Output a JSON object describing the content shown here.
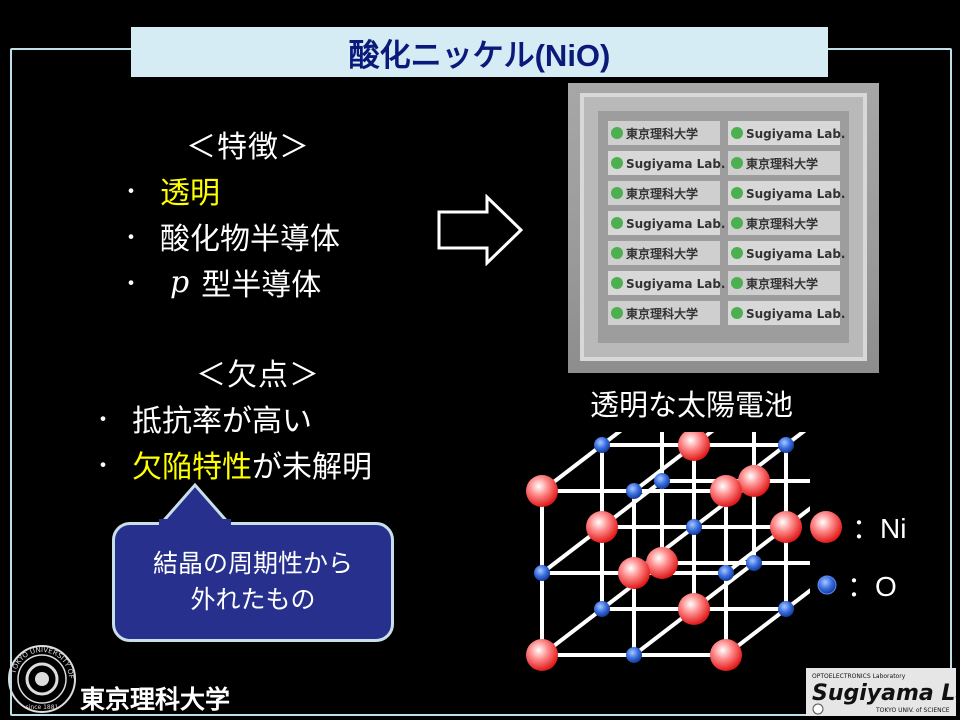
{
  "slide": {
    "title": "酸化ニッケル(NiO)",
    "features": {
      "heading": "＜特徴＞",
      "items": [
        {
          "bullet": "・",
          "text": "透明"
        },
        {
          "bullet": "・",
          "text": "酸化物半導体"
        },
        {
          "bullet": "・",
          "italic": "p",
          "text": "型半導体"
        }
      ]
    },
    "defects": {
      "heading": "＜欠点＞",
      "items": [
        {
          "bullet": "・",
          "text": "抵抗率が高い"
        },
        {
          "bullet": "・",
          "highlight": "欠陥特性",
          "text": "が未解明"
        }
      ]
    },
    "callout": {
      "line1": "結晶の周期性から",
      "line2": "外れたもの"
    },
    "photo_caption": "透明な太陽電池",
    "legend": {
      "ni": "：Ni",
      "o": "：O"
    },
    "university": "東京理科大学",
    "lab_logo": {
      "top": "OPTOELECTRONICS Laboratory",
      "name": "Sugiyama Lab.",
      "sub": "TOKYO UNIV. of SCIENCE"
    },
    "photo_labels": {
      "univ": "東京理科大学",
      "lab": "Sugiyama Lab."
    },
    "seal": {
      "ring": "TOKYO UNIVERSITY OF SCIENCE",
      "since": "since 1881"
    }
  },
  "colors": {
    "title_bg": "#d6ecf5",
    "title_text": "#0b1a7a",
    "highlight": "#ffff00",
    "callout_bg": "#27318d",
    "frame": "#bfe0e8",
    "ni_atom": "#ff4a4a",
    "o_atom": "#2f5fd6"
  },
  "icons": [
    "right-arrow-icon",
    "ni-atom-icon",
    "o-atom-icon",
    "university-seal-icon"
  ]
}
